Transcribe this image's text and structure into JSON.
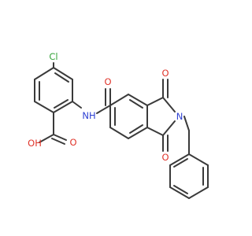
{
  "atoms": {
    "cl": "Cl",
    "nh": "NH",
    "n_imide": "N",
    "o_amide": "O",
    "o_imide_top": "O",
    "o_imide_bottom": "O",
    "o_acid_carbonyl": "O",
    "oh_acid": "OH"
  },
  "colors": {
    "bond": "#3a3a3a",
    "oxygen": "#e0342a",
    "nitrogen": "#2c3fd3",
    "chlorine": "#35a33a",
    "background": "#ffffff"
  }
}
